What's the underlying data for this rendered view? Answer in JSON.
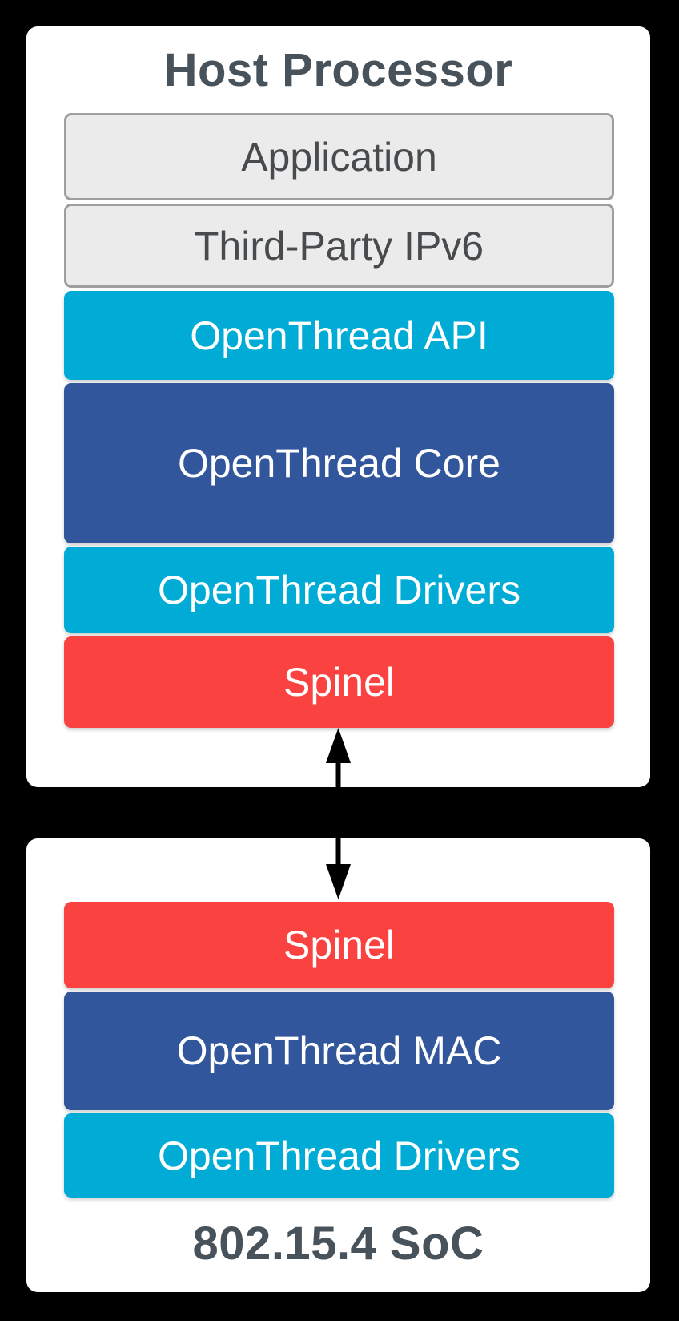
{
  "colors": {
    "background": "#000000",
    "card": "#ffffff",
    "cyan": "#00acd6",
    "blue": "#32569c",
    "red": "#fa4340",
    "gray_fill": "#ebebeb",
    "gray_border": "#9e9e9e",
    "gray_text": "#474b4e",
    "title_text": "#47525a",
    "arrow": "#000000"
  },
  "diagram": {
    "host": {
      "title": "Host Processor",
      "layers": [
        {
          "label": "Application",
          "color": "gray"
        },
        {
          "label": "Third-Party IPv6",
          "color": "gray"
        },
        {
          "label": "OpenThread API",
          "color": "cyan"
        },
        {
          "label": "OpenThread Core",
          "color": "blue"
        },
        {
          "label": "OpenThread Drivers",
          "color": "cyan"
        },
        {
          "label": "Spinel",
          "color": "red"
        }
      ]
    },
    "connector": {
      "type": "vertical-double-headed-arrow"
    },
    "soc": {
      "caption": "802.15.4 SoC",
      "layers": [
        {
          "label": "Spinel",
          "color": "red"
        },
        {
          "label": "OpenThread MAC",
          "color": "blue"
        },
        {
          "label": "OpenThread Drivers",
          "color": "cyan"
        }
      ]
    }
  }
}
